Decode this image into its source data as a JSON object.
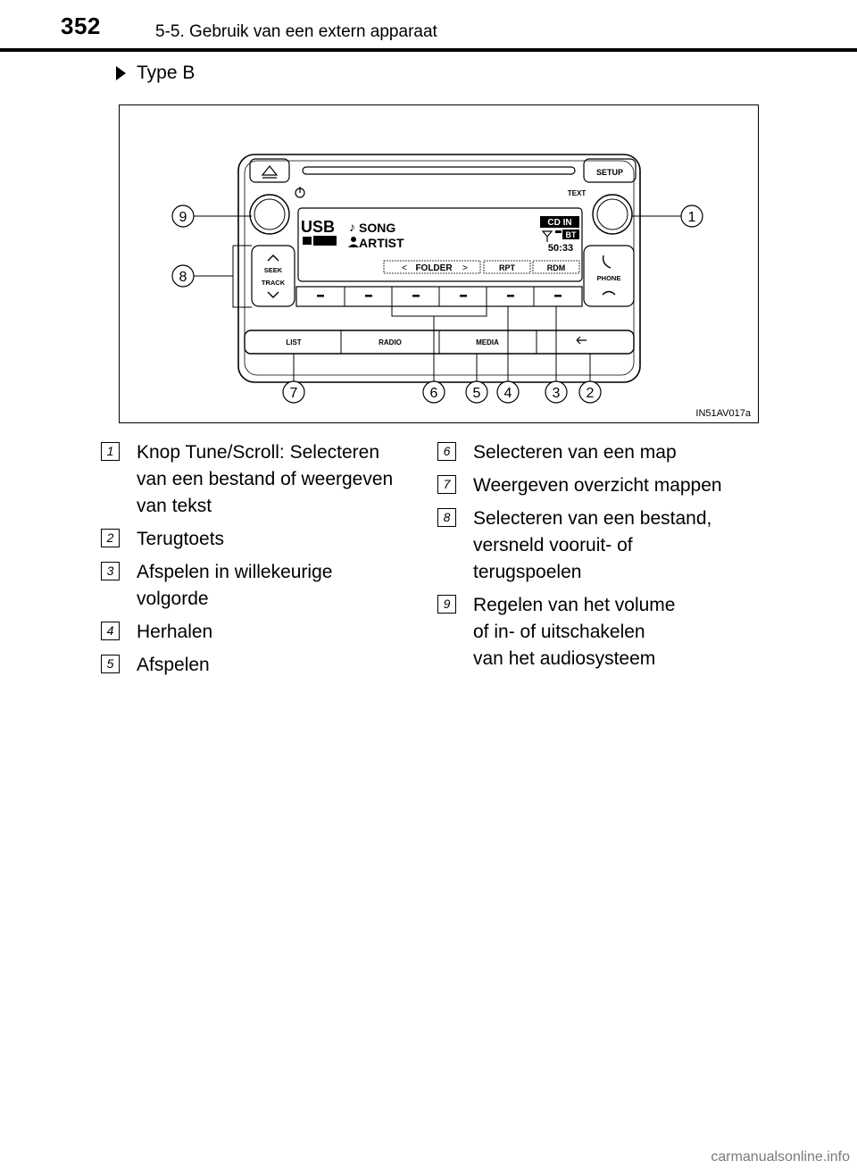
{
  "header": {
    "page_number": "352",
    "chapter_title": "5-5. Gebruik van een extern apparaat"
  },
  "subheading": "Type B",
  "figure": {
    "id": "IN51AV017a",
    "display": {
      "source": "USB",
      "song": "SONG",
      "artist": "ARTIST",
      "cd_in": "CD IN",
      "bt": "BT",
      "time": "50:33"
    },
    "buttons": {
      "text": "TEXT",
      "setup": "SETUP",
      "seek": "SEEK",
      "track": "TRACK",
      "phone": "PHONE",
      "folder": "FOLDER",
      "rpt": "RPT",
      "rdm": "RDM",
      "list": "LIST",
      "radio": "RADIO",
      "media": "MEDIA"
    },
    "callouts": [
      "1",
      "2",
      "3",
      "4",
      "5",
      "6",
      "7",
      "8",
      "9"
    ]
  },
  "legend_left": [
    {
      "num": "1",
      "text": "Knop Tune/Scroll: Selecteren\nvan een bestand of weergeven\nvan tekst"
    },
    {
      "num": "2",
      "text": "Terugtoets"
    },
    {
      "num": "3",
      "text": "Afspelen in willekeurige\nvolgorde"
    },
    {
      "num": "4",
      "text": "Herhalen"
    },
    {
      "num": "5",
      "text": "Afspelen"
    }
  ],
  "legend_right": [
    {
      "num": "6",
      "text": "Selecteren van een map"
    },
    {
      "num": "7",
      "text": "Weergeven overzicht mappen"
    },
    {
      "num": "8",
      "text": "Selecteren van een bestand,\nversneld vooruit- of\nterugspoelen"
    },
    {
      "num": "9",
      "text": "Regelen van het volume\nof in- of uitschakelen\nvan het audiosysteem"
    }
  ],
  "watermark": "carmanualsonline.info"
}
